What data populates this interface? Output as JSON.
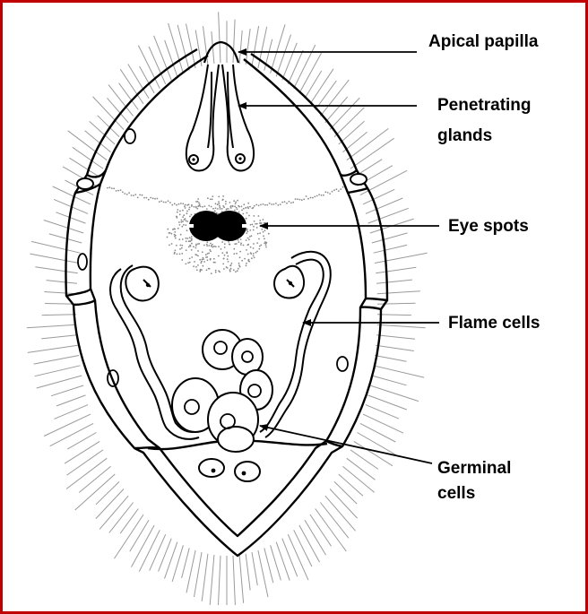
{
  "labels": {
    "apical_papilla": "Apical papilla",
    "penetrating": [
      "Penetrating",
      "glands"
    ],
    "eye_spots": "Eye spots",
    "flame_cells": "Flame cells",
    "germinal": [
      "Germinal",
      "cells"
    ]
  },
  "colors": {
    "border": "#c00000",
    "ink": "#000000",
    "cilia": "#9a9a9a",
    "granule": "#8a8a8a"
  }
}
